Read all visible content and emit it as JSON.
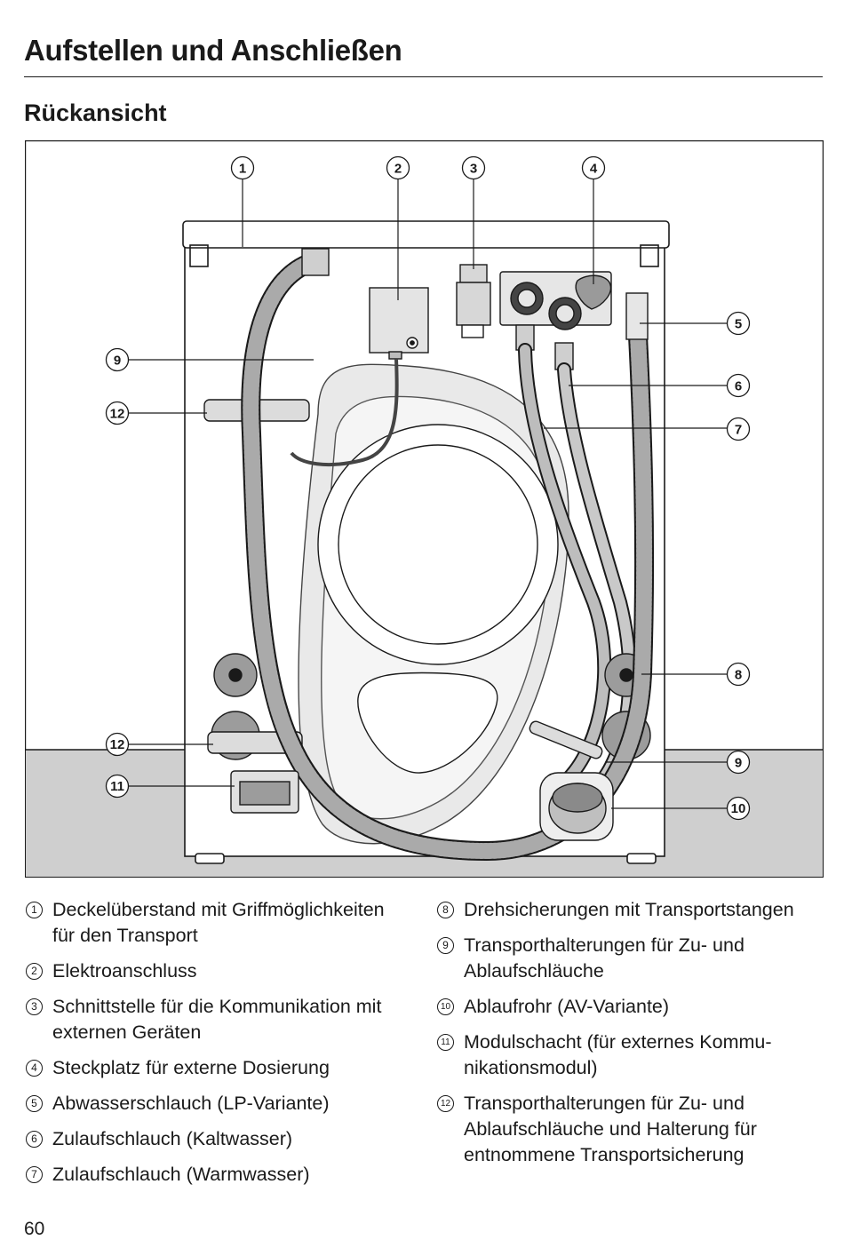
{
  "page": {
    "title": "Aufstellen und Anschließen",
    "section": "Rückansicht",
    "number": "60"
  },
  "figure": {
    "callouts": [
      "1",
      "2",
      "3",
      "4",
      "5",
      "6",
      "7",
      "8",
      "9",
      "12",
      "12",
      "11",
      "9",
      "10"
    ]
  },
  "legend_left": [
    {
      "num": "1",
      "text": "Deckelüberstand mit Griffmöglich­keiten für den Transport"
    },
    {
      "num": "2",
      "text": "Elektroanschluss"
    },
    {
      "num": "3",
      "text": "Schnittstelle für die Kommunikation mit externen Geräten"
    },
    {
      "num": "4",
      "text": "Steckplatz für externe Dosierung"
    },
    {
      "num": "5",
      "text": "Abwasserschlauch (LP-Variante)"
    },
    {
      "num": "6",
      "text": "Zulaufschlauch (Kaltwasser)"
    },
    {
      "num": "7",
      "text": "Zulaufschlauch (Warmwasser)"
    }
  ],
  "legend_right": [
    {
      "num": "8",
      "text": "Drehsicherungen mit Transportstan­gen"
    },
    {
      "num": "9",
      "text": "Transporthalterungen für Zu- und Ablaufschläuche"
    },
    {
      "num": "10",
      "text": "Ablaufrohr (AV-Variante)"
    },
    {
      "num": "11",
      "text": "Modulschacht (für externes Kommu­nikationsmodul)"
    },
    {
      "num": "12",
      "text": "Transporthalterungen für Zu- und Ablaufschläuche und Halterung für entnommene Transportsicherung"
    }
  ]
}
